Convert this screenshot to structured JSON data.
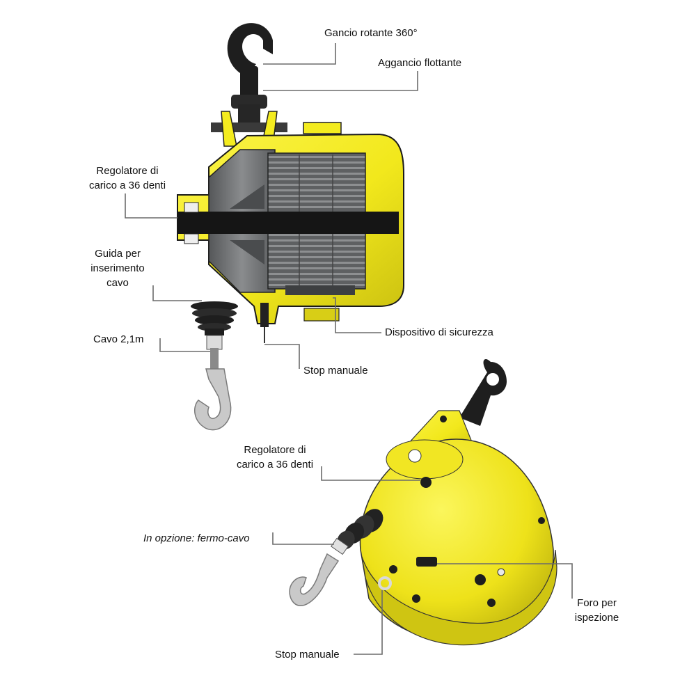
{
  "colors": {
    "housing_yellow": "#f4ec1f",
    "housing_shade": "#d6cc16",
    "steel_grey": "#6d6f70",
    "dark": "#1b1b1b",
    "hook_silver": "#c9c9c9",
    "leader_line": "#6b6b6b"
  },
  "labels": {
    "swivel_hook": "Gancio rotante 360°",
    "floating_coupling": "Aggancio flottante",
    "load_regulator_1": "Regolatore di",
    "load_regulator_2": "carico a 36 denti",
    "cable_guide_1": "Guida per",
    "cable_guide_2": "inserimento",
    "cable_guide_3": "cavo",
    "cable": "Cavo 2,1m",
    "safety_device": "Dispositivo di sicurezza",
    "manual_stop": "Stop manuale",
    "regulator_b_1": "Regolatore di",
    "regulator_b_2": "carico a 36 denti",
    "optional_cable_stop": "In opzione: fermo-cavo",
    "inspection_hole_1": "Foro per",
    "inspection_hole_2": "ispezione",
    "manual_stop_b": "Stop manuale"
  }
}
